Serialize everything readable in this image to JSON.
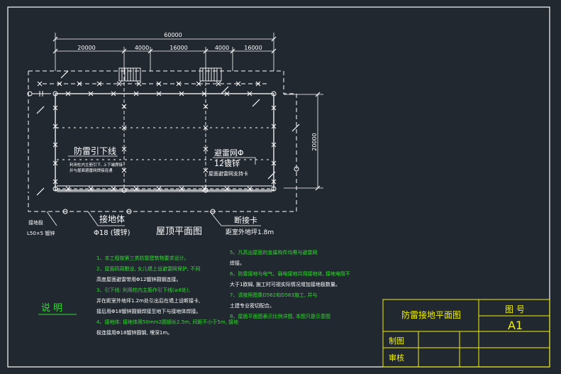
{
  "colors": {
    "background": "#212830",
    "frame": "#ffffff",
    "dash": "#ffffff",
    "title_block": "#f2f200",
    "notes": "#33dd33",
    "plan_notes": "#ffffff",
    "notes_extra": "#d8d8d8"
  },
  "dimensions": {
    "total": "60000",
    "segments": [
      "20000",
      "4000",
      "16000",
      "4000",
      "16000"
    ],
    "right": "20000"
  },
  "plan": {
    "label_down_conductor": "防雷引下线",
    "label_down_note_1": "利用柱内主筋引下, 上下端焊接",
    "label_down_note_2": "并与屋面避雷网焊接连通",
    "label_down_note_3": "",
    "label_mesh_1": "避雷网Φ",
    "label_mesh_2": "12镀锌",
    "label_mesh_note": "屋面避雷网支持卡",
    "label_grounding_body": "接地体",
    "label_grounding_spec": "Φ18 (镀锌)",
    "label_title": "屋顶平面图",
    "label_test_clip": "断接卡",
    "label_test_clip_note": "距室外地坪1.8m",
    "label_earth_pole": "接地极",
    "label_earth_pole_spec": "L50×5 镀锌"
  },
  "notes": {
    "heading": "说  明",
    "left": [
      "1、本工程按第三类防雷建筑物要求设计。",
      "2、屋面四周敷设, 女儿墙上设避雷网保护, 不同",
      "高度屋面避雷带用Φ12镀锌圆钢连接。",
      "3、引下线: 利用柱内主筋作引下线(≥8处),",
      "并在距室外地坪1.2m处引出后在墙上设断接卡,",
      "接后用Φ18镀锌圆钢焊接至地下与接地体焊接。",
      "4、接地体: 接地体用50mm2圆钢长2.5m, 间距不小于5m, 接地",
      "极连接用Φ18镀锌圆钢, 埋深1m。"
    ],
    "right": [
      "5、凡高出屋面的金属构件均需与避雷网",
      "焊接。",
      "6、防雷接地与电气、弱电接地共用接地体, 接地电阻不",
      "大于1欧姆, 施工时可视实际情况增加接地极数量。",
      "7、请按照图集D562和D563施工, 并与",
      "土建专业密切配合。",
      "8、屋面平面图表示比例详图, 本图只是示意图"
    ]
  },
  "title_block": {
    "drawing_name": "防雷接地平面图",
    "number_label": "图  号",
    "number_value": "A1",
    "drawn_label": "制图",
    "checked_label": "审核"
  }
}
